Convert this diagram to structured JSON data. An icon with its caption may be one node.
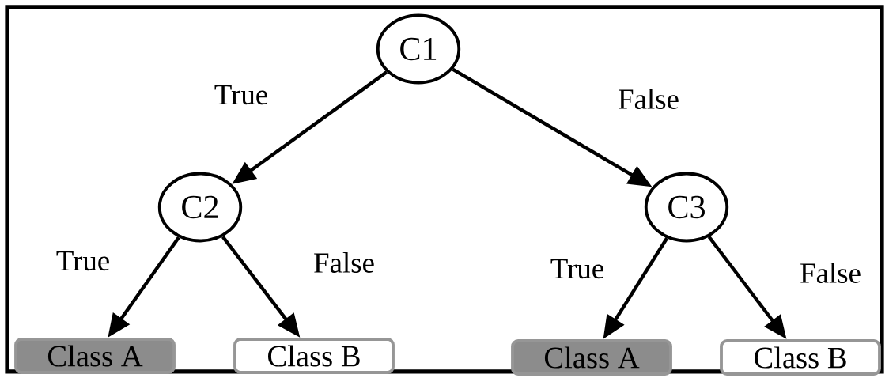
{
  "diagram": {
    "nodes": [
      {
        "text": [
          "C1"
        ]
      },
      {
        "text": [
          "C2"
        ]
      },
      {
        "text": [
          "C3"
        ]
      },
      {
        "text": [
          "Class A"
        ]
      },
      {
        "text": [
          "Class B"
        ]
      },
      {
        "text": [
          "Class A"
        ]
      },
      {
        "text": [
          "Class B"
        ]
      }
    ],
    "edges": [
      {
        "from": 0,
        "to": 1,
        "arrow": "to",
        "label": "True"
      },
      {
        "from": 0,
        "to": 2,
        "arrow": "to",
        "label": "False"
      },
      {
        "from": 1,
        "to": 3,
        "arrow": "to",
        "label": "True"
      },
      {
        "from": 1,
        "to": 4,
        "arrow": "to",
        "label": "False"
      },
      {
        "from": 2,
        "to": 5,
        "arrow": "to",
        "label": "True"
      },
      {
        "from": 2,
        "to": 6,
        "arrow": "to",
        "label": "False"
      }
    ]
  }
}
